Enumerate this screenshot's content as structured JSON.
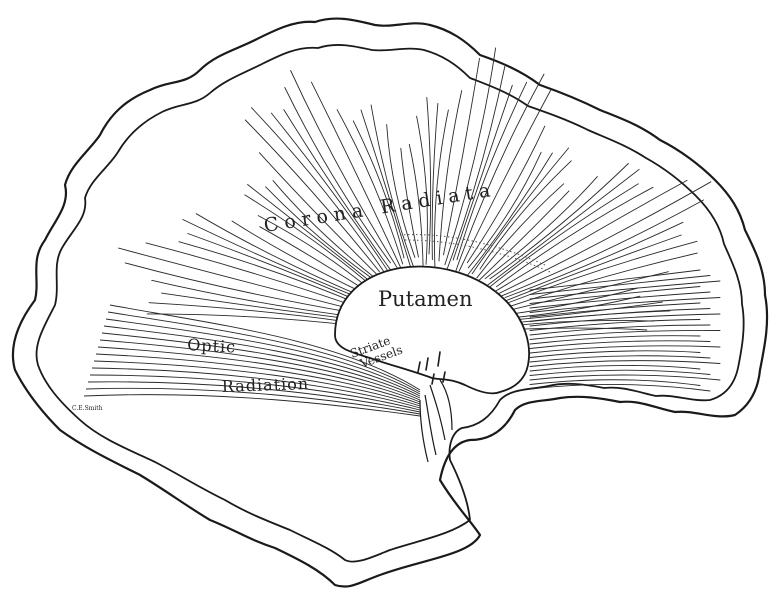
{
  "labels": {
    "corona_radiata": "Corona Radiata",
    "putamen": "Putamen",
    "optic": "Optic",
    "radiation": "Radiation",
    "striate": "Striate",
    "vessels": "Vessels",
    "signature": "C.E.Smith"
  },
  "colors": {
    "ink": "#1a1a1a",
    "paper": "#ffffff"
  }
}
